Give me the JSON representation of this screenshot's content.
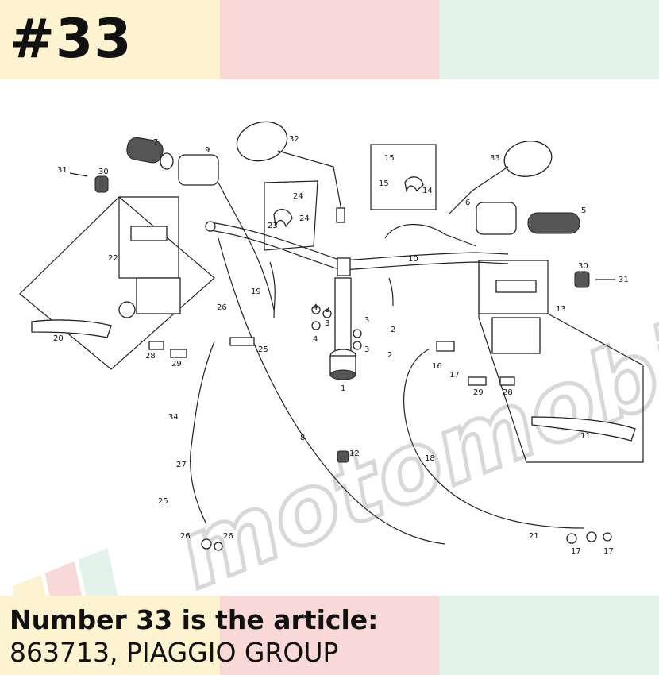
{
  "header": {
    "number": "#33"
  },
  "footer": {
    "line1": "Number 33 is the article:",
    "line2": "863713, PIAGGIO GROUP"
  },
  "watermark": {
    "text": "motomobila"
  },
  "colors": {
    "yellow": "#fdf3d0",
    "pink": "#f9d8d8",
    "mint": "#e3f3ec"
  },
  "callouts": [
    "1",
    "2",
    "2",
    "3",
    "3",
    "3",
    "3",
    "4",
    "4",
    "5",
    "6",
    "7",
    "8",
    "9",
    "10",
    "11",
    "12",
    "13",
    "14",
    "15",
    "15",
    "16",
    "17",
    "17",
    "17",
    "18",
    "19",
    "20",
    "21",
    "22",
    "23",
    "24",
    "24",
    "25",
    "25",
    "26",
    "26",
    "26",
    "27",
    "28",
    "28",
    "29",
    "29",
    "30",
    "30",
    "31",
    "31",
    "32",
    "33",
    "34"
  ]
}
